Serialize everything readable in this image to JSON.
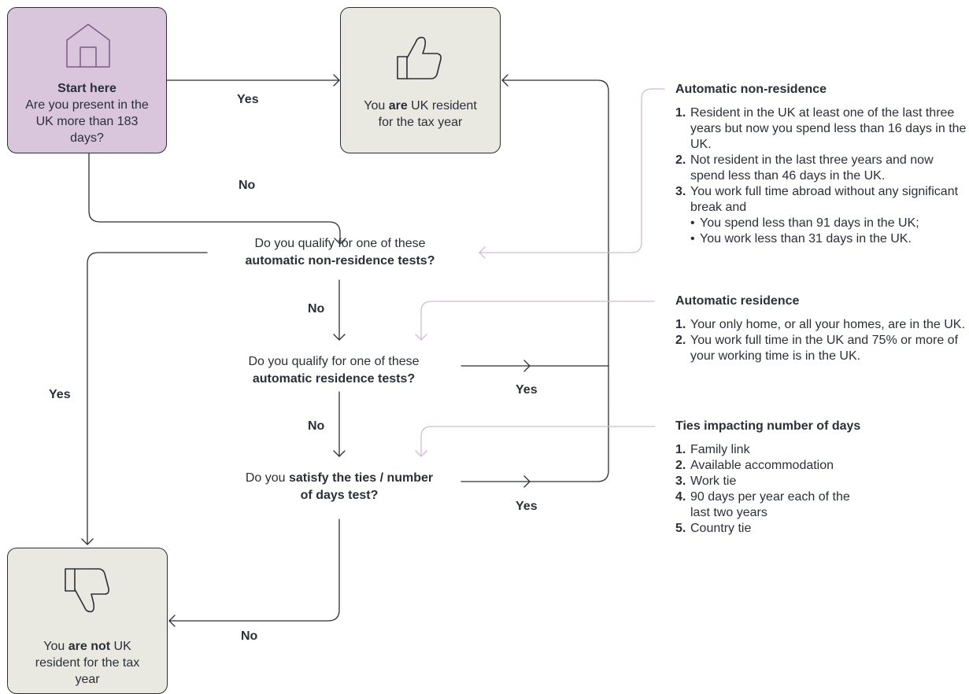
{
  "start": {
    "title": "Start here",
    "question": "Are you present in the UK more than 183 days?"
  },
  "resident": {
    "pre": "You ",
    "bold": "are",
    "post": " UK resident for the tax year"
  },
  "not_resident": {
    "pre": "You ",
    "bold": "are not",
    "post": " UK resident for the tax year"
  },
  "q1": {
    "line1": "Do you qualify for one of these",
    "line2_bold": "automatic non-residence tests?"
  },
  "q2": {
    "line1": "Do you qualify for one of these",
    "line2_bold": "automatic residence tests?"
  },
  "q3": {
    "pre": "Do you ",
    "bold1": "satisfy the ties / number",
    "bold2": "of days test?"
  },
  "labels": {
    "yes_top": "Yes",
    "no_start": "No",
    "no_q1": "No",
    "yes_left": "Yes",
    "no_q2": "No",
    "yes_q2": "Yes",
    "yes_q3": "Yes",
    "no_bottom": "No"
  },
  "panels": {
    "non_residence": {
      "title": "Automatic non-residence",
      "items": [
        {
          "num": "1.",
          "text": "Resident in the UK at least one of the last three years but now you spend less than 16 days in the UK."
        },
        {
          "num": "2.",
          "text": "Not resident in the last three years and now spend less than 46 days in the UK."
        },
        {
          "num": "3.",
          "text": "You work full time abroad without any significant break and",
          "subs": [
            "You spend less than 91 days in the UK;",
            "You work less than 31 days in the UK."
          ]
        }
      ]
    },
    "residence": {
      "title": "Automatic residence",
      "items": [
        {
          "num": "1.",
          "text": "Your only home, or all your homes, are in the UK."
        },
        {
          "num": "2.",
          "text": "You work full time in the UK and 75% or more of your working time is in the UK."
        }
      ]
    },
    "ties": {
      "title": "Ties impacting number of days",
      "items": [
        {
          "num": "1.",
          "text": "Family link"
        },
        {
          "num": "2.",
          "text": "Available accommodation"
        },
        {
          "num": "3.",
          "text": "Work tie"
        },
        {
          "num": "4.",
          "text": "90 days per year each of the last two years"
        },
        {
          "num": "5.",
          "text": "Country tie"
        }
      ]
    }
  },
  "colors": {
    "start_fill": "#d9c6dd",
    "result_fill": "#e9e9e1",
    "connector": "#2b2f3a",
    "accent_line": "#d6b8d9"
  },
  "icons": {
    "start": "house-icon",
    "resident": "thumbs-up-icon",
    "not_resident": "thumbs-down-icon"
  }
}
